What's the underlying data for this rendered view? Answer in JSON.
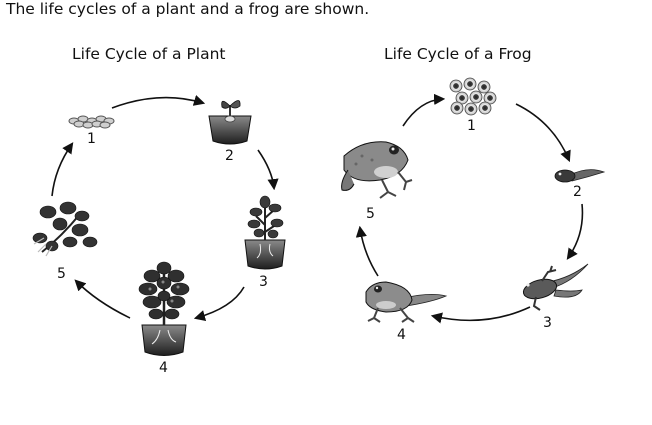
{
  "intro_text": "The life cycles of a plant and a frog are shown.",
  "plant": {
    "title": "Life Cycle of a Plant",
    "stages": [
      "1",
      "2",
      "3",
      "4",
      "5"
    ]
  },
  "frog": {
    "title": "Life Cycle of a Frog",
    "stages": [
      "1",
      "2",
      "3",
      "4",
      "5"
    ]
  }
}
